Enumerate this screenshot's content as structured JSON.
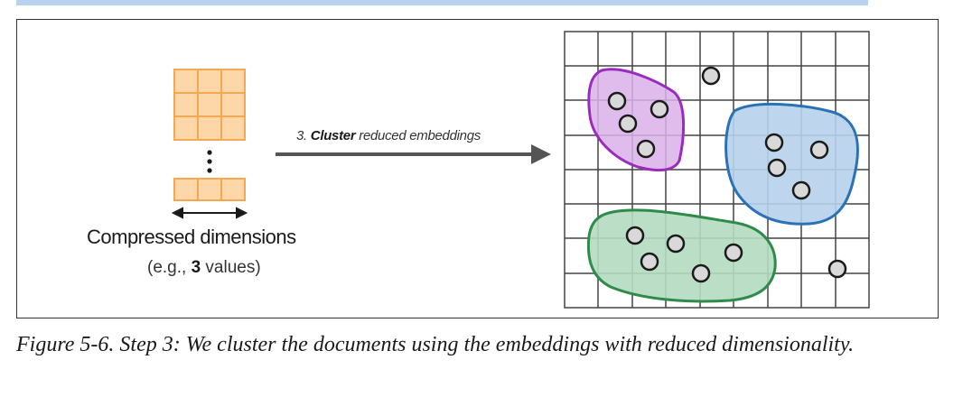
{
  "figure": {
    "left_panel": {
      "title": "Compressed dimensions",
      "subtitle_prefix": "(e.g., ",
      "subtitle_value": "3",
      "subtitle_suffix": " values)"
    },
    "arrow": {
      "step": "3.",
      "keyword": "Cluster",
      "rest": "reduced embeddings"
    },
    "clusters": [
      {
        "name": "purple",
        "fill": "#dbb0ea",
        "stroke": "#9b2bbd"
      },
      {
        "name": "blue",
        "fill": "#b6d2ec",
        "stroke": "#2a72b5"
      },
      {
        "name": "green",
        "fill": "#b4dcc0",
        "stroke": "#2e8b4a"
      }
    ],
    "colors": {
      "matrix_fill": "#fdd7a8",
      "matrix_stroke": "#f5a850",
      "point_fill": "#d9d9d9",
      "grid": "#444444"
    }
  },
  "caption": "Figure 5-6. Step 3: We cluster the documents using the embeddings with reduced dimensionality."
}
